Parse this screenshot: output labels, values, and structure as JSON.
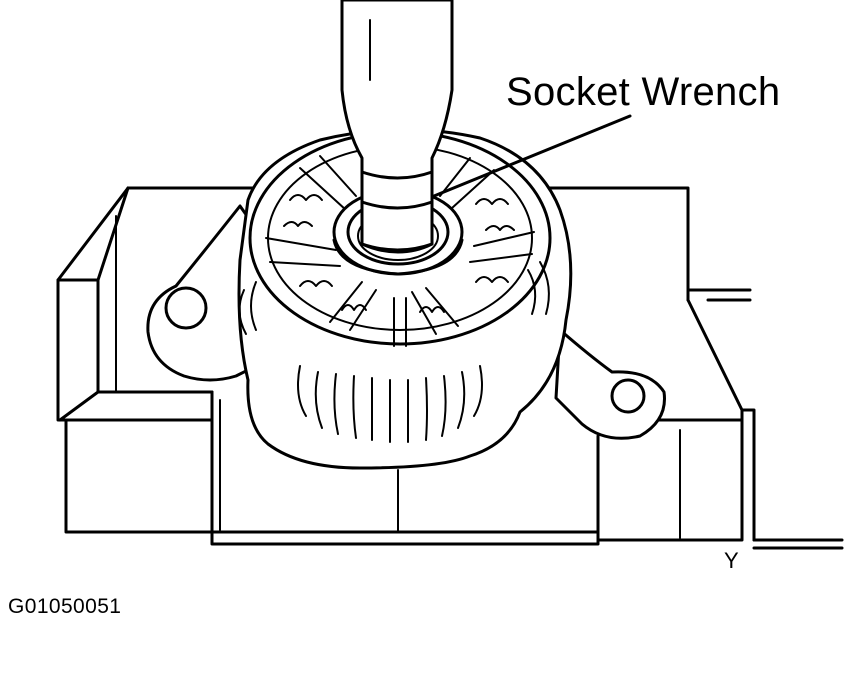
{
  "diagram": {
    "callout_label": "Socket Wrench",
    "corner_mark": "Y",
    "figure_id": "G01050051"
  },
  "icons": [
    "alternator-illustration",
    "socket-wrench-illustration",
    "bench-block-illustration"
  ],
  "colors": {
    "ink": "#000000",
    "paper": "#ffffff"
  }
}
